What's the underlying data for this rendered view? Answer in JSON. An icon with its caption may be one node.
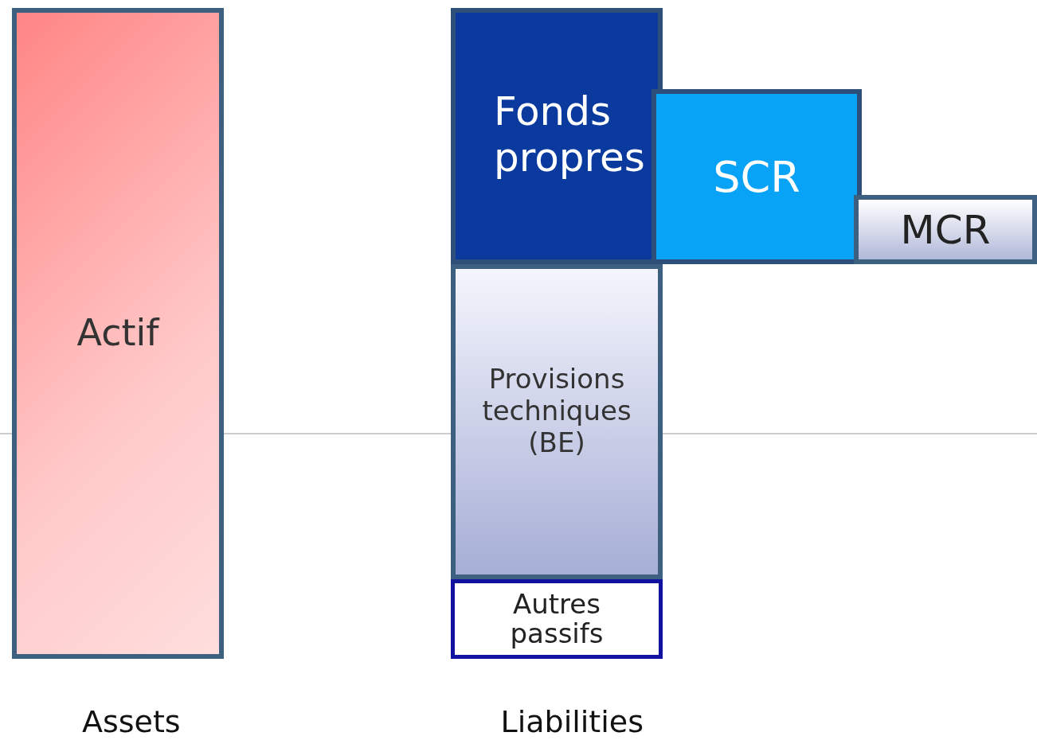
{
  "diagram": {
    "nodes": [
      {
        "text": [
          "Actif"
        ]
      },
      {
        "text": [
          "Fonds propres"
        ]
      },
      {
        "text": [
          "SCR"
        ]
      },
      {
        "text": [
          "MCR"
        ]
      },
      {
        "text": [
          "Provisions techniques (BE)"
        ]
      },
      {
        "text": [
          "Autres passifs"
        ]
      }
    ],
    "labels": [
      "Assets",
      "Liabilities"
    ]
  }
}
